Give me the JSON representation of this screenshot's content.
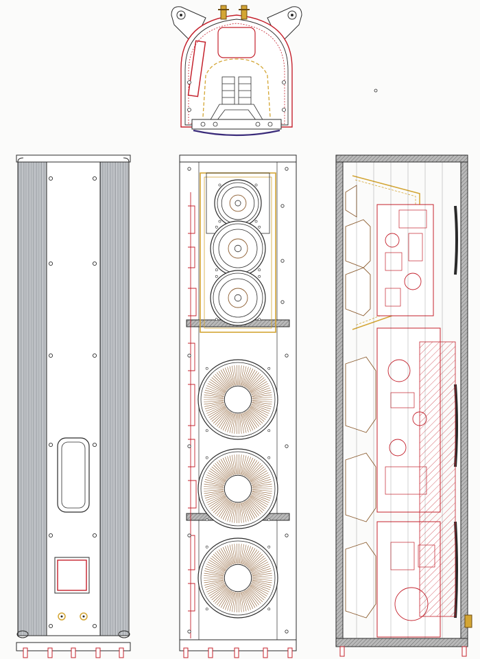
{
  "drawing": {
    "views": [
      "top-view",
      "rear-view",
      "front-view",
      "side-section-view"
    ],
    "colors": {
      "outline": "#2a2a2a",
      "grid": "#7a7a7a",
      "accent_red": "#c4202b",
      "accent_gold": "#d3a533",
      "driver_brown": "#8a5a2c",
      "panel_fill": "#bfc4c9",
      "background": "#fbfbfa"
    },
    "front": {
      "drivers": [
        {
          "kind": "tweeter"
        },
        {
          "kind": "midrange"
        },
        {
          "kind": "midrange"
        },
        {
          "kind": "woofer"
        },
        {
          "kind": "woofer"
        },
        {
          "kind": "woofer"
        }
      ]
    }
  }
}
